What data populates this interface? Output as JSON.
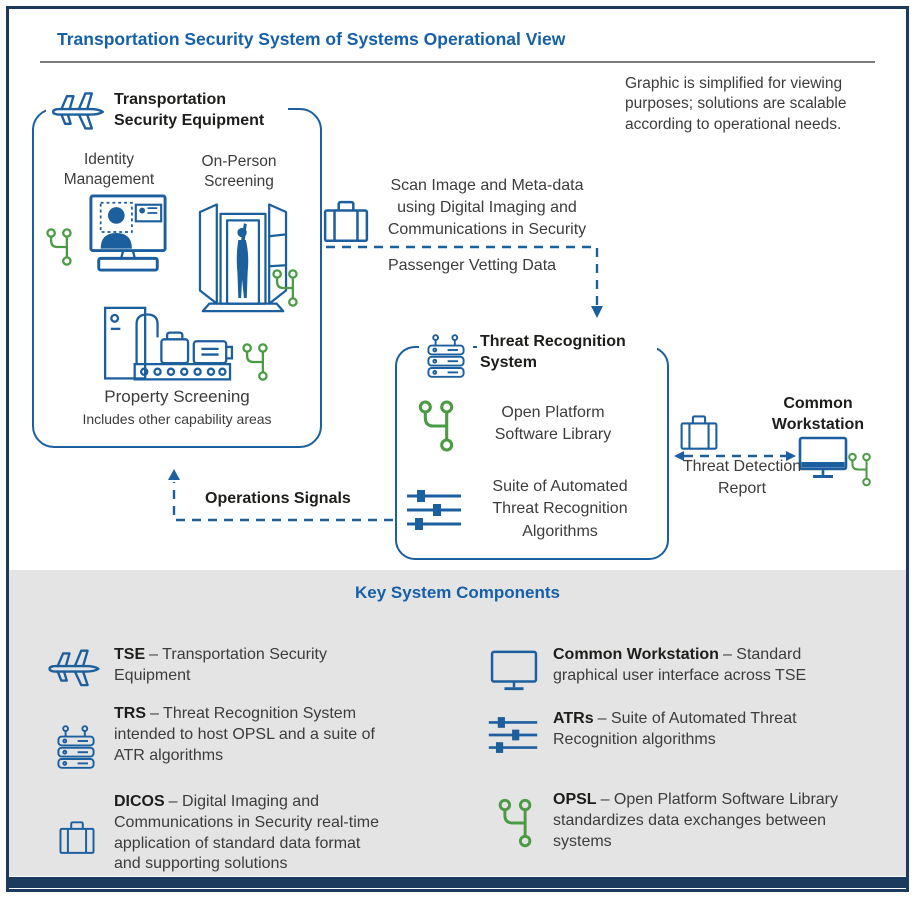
{
  "page": {
    "title": "Transportation Security System of Systems Operational View",
    "note": "Graphic is simplified for viewing purposes; solutions are scalable according to operational needs."
  },
  "colors": {
    "accent_blue": "#1560a8",
    "icon_blue": "#1c5f9e",
    "green": "#4a9b43",
    "navy_frame": "#1c3a5e",
    "gray_section": "#e5e4e4",
    "heading_black": "#1d1d1b"
  },
  "tse_box": {
    "title": "Transportation Security Equipment",
    "identity_label": "Identity Management",
    "on_person_label": "On-Person Screening",
    "property_label": "Property Screening",
    "property_sub": "Includes other capability areas"
  },
  "flows": {
    "scan": "Scan Image and Meta-data using Digital Imaging and Communications in Security",
    "passenger": "Passenger Vetting Data",
    "operations": "Operations Signals",
    "threat_report": "Threat Detection Report"
  },
  "trs_box": {
    "title": "Threat Recognition System",
    "opsl": "Open Platform Software Library",
    "atr": "Suite of Automated Threat Recognition Algorithms"
  },
  "workstation": {
    "title": "Common Workstation"
  },
  "legend": {
    "title": "Key System Components",
    "items_left": [
      {
        "term": "TSE",
        "desc": "– Transportation Security Equipment",
        "icon": "airplane-icon"
      },
      {
        "term": "TRS",
        "desc": "– Threat Recognition System intended to host OPSL and a suite of ATR algorithms",
        "icon": "server-icon"
      },
      {
        "term": "DICOS",
        "desc": "– Digital Imaging and Communications in Security real-time application of standard data format and supporting solutions",
        "icon": "briefcase-icon"
      }
    ],
    "items_right": [
      {
        "term": "Common Workstation",
        "desc": "– Standard graphical user interface across TSE",
        "icon": "monitor-icon"
      },
      {
        "term": "ATRs",
        "desc": "– Suite of Automated Threat Recognition algorithms",
        "icon": "sliders-icon"
      },
      {
        "term": "OPSL",
        "desc": "– Open Platform Software Library standardizes data exchanges between systems",
        "icon": "branch-icon"
      }
    ]
  }
}
